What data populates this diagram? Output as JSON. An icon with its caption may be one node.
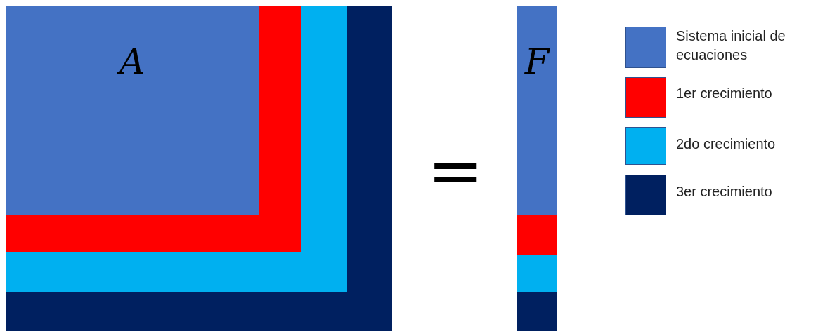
{
  "diagram": {
    "nodes": [
      {
        "text": [],
        "shape": "box"
      },
      {
        "text": [],
        "shape": "box",
        "in": 0
      },
      {
        "text": [],
        "shape": "box",
        "in": 1
      },
      {
        "text": [
          "A"
        ],
        "in": 2
      },
      {
        "text": [
          "F"
        ]
      },
      {
        "text": [],
        "shape": "box"
      },
      {
        "text": [],
        "shape": "box"
      },
      {
        "text": [],
        "shape": "box"
      }
    ],
    "labels": [
      "="
    ],
    "legend": [
      {
        "text": "Sistema inicial de ecuaciones",
        "color": "#4472c4"
      },
      {
        "text": "1er crecimiento",
        "color": "#ff0000"
      },
      {
        "text": "2do crecimiento",
        "color": "#00b0f0"
      },
      {
        "text": "3er crecimiento",
        "color": "#002060"
      }
    ]
  }
}
